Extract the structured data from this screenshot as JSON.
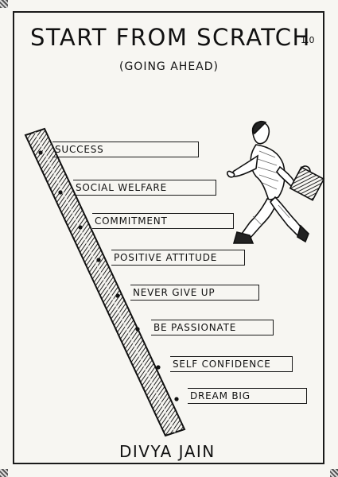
{
  "cover": {
    "title": "START FROM SCRATCH",
    "version": "1.0",
    "subtitle": "(GOING AHEAD)",
    "author": "DIVYA JAIN"
  },
  "steps": [
    "SUCCESS",
    "SOCIAL WELFARE",
    "COMMITMENT",
    "POSITIVE ATTITUDE",
    "NEVER GIVE UP",
    "BE PASSIONATE",
    "SELF CONFIDENCE",
    "DREAM BIG"
  ]
}
